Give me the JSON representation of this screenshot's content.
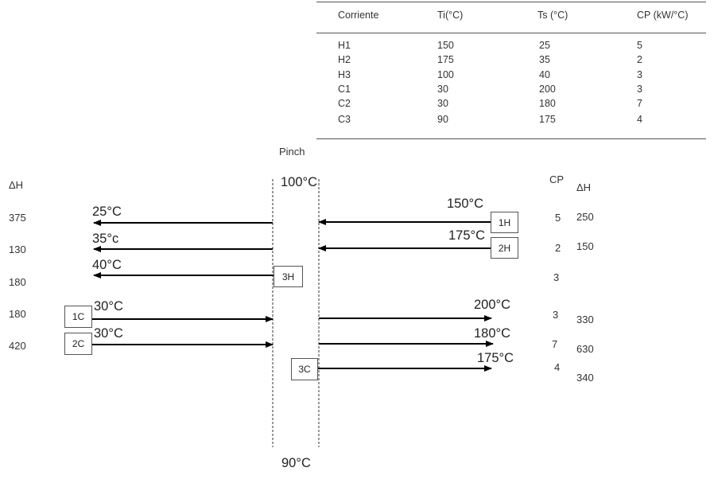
{
  "table": {
    "headers": [
      "Corriente",
      "Ti(°C)",
      "Ts (°C)",
      "CP (kW/°C)"
    ],
    "rows": [
      [
        "H1",
        "150",
        "25",
        "5"
      ],
      [
        "H2",
        "175",
        "35",
        "2"
      ],
      [
        "H3",
        "100",
        "40",
        "3"
      ],
      [
        "C1",
        "30",
        "200",
        "3"
      ],
      [
        "C2",
        "30",
        "180",
        "7"
      ],
      [
        "C3",
        "90",
        "175",
        "4"
      ]
    ]
  },
  "diagram": {
    "pinch_label": "Pinch",
    "pinch_top_temp": "100°C",
    "pinch_bottom_temp": "90°C",
    "left_dh_header": "ΔH",
    "left_dh_values": [
      "375",
      "130",
      "180",
      "180",
      "420"
    ],
    "cp_header": "CP",
    "cp_values": [
      "5",
      "2",
      "3",
      "3",
      "7",
      "4"
    ],
    "right_dh_header": "ΔH",
    "right_dh_values": [
      "250",
      "150",
      "330",
      "630",
      "340"
    ],
    "left_temps": [
      "25°C",
      "35°c",
      "40°C",
      "30°C",
      "30°C"
    ],
    "right_temps": [
      "150°C",
      "175°C",
      "200°C",
      "180°C",
      "175°C"
    ],
    "boxes": [
      "1H",
      "2H",
      "3H",
      "1C",
      "2C",
      "3C"
    ]
  }
}
